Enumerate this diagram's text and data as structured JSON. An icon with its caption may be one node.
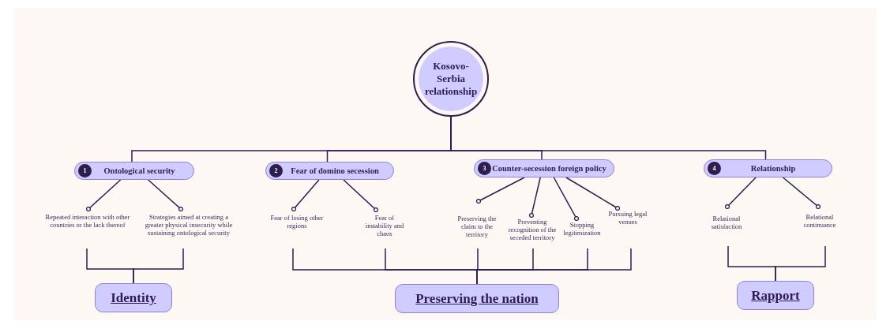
{
  "diagram": {
    "nodes": [
      {
        "text": [
          "Kosovo-Serbia relationship"
        ]
      },
      {
        "text": [
          "1",
          "Ontological security"
        ]
      },
      {
        "text": [
          "2",
          "Fear of domino secession"
        ]
      },
      {
        "text": [
          "3",
          "Counter-secession foreign policy"
        ]
      },
      {
        "text": [
          "4",
          "Relationship"
        ]
      },
      {
        "text": [
          "Repeated interaction with other countries or the lack thereof"
        ]
      },
      {
        "text": [
          "Strategies aimed at creating a greater physical insecurity while sustaining ontological security"
        ]
      },
      {
        "text": [
          "Fear of losing other regions"
        ]
      },
      {
        "text": [
          "Fear of instability and chaos"
        ]
      },
      {
        "text": [
          "Preserving the claim to the territory"
        ]
      },
      {
        "text": [
          "Preventing recognition of the seceded territory"
        ]
      },
      {
        "text": [
          "Stopping legitimization"
        ]
      },
      {
        "text": [
          "Pursuing legal venues"
        ]
      },
      {
        "text": [
          "Relational satisfaction"
        ]
      },
      {
        "text": [
          "Relational continuance"
        ]
      },
      {
        "text": [
          "Identity"
        ]
      },
      {
        "text": [
          "Preserving the nation"
        ]
      },
      {
        "text": [
          "Rapport"
        ]
      }
    ],
    "edges": [
      {
        "from": 0,
        "to": 1,
        "arrow": "none"
      },
      {
        "from": 0,
        "to": 2,
        "arrow": "none"
      },
      {
        "from": 0,
        "to": 3,
        "arrow": "none"
      },
      {
        "from": 0,
        "to": 4,
        "arrow": "none"
      },
      {
        "from": 1,
        "to": 5,
        "arrow": "other"
      },
      {
        "from": 1,
        "to": 6,
        "arrow": "other"
      },
      {
        "from": 2,
        "to": 7,
        "arrow": "other"
      },
      {
        "from": 2,
        "to": 8,
        "arrow": "other"
      },
      {
        "from": 3,
        "to": 9,
        "arrow": "other"
      },
      {
        "from": 3,
        "to": 10,
        "arrow": "other"
      },
      {
        "from": 3,
        "to": 11,
        "arrow": "other"
      },
      {
        "from": 3,
        "to": 12,
        "arrow": "other"
      },
      {
        "from": 4,
        "to": 13,
        "arrow": "other"
      },
      {
        "from": 4,
        "to": 14,
        "arrow": "other"
      },
      {
        "from": 5,
        "to": 15,
        "arrow": "none"
      },
      {
        "from": 6,
        "to": 15,
        "arrow": "none"
      },
      {
        "from": 7,
        "to": 16,
        "arrow": "none"
      },
      {
        "from": 8,
        "to": 16,
        "arrow": "none"
      },
      {
        "from": 9,
        "to": 16,
        "arrow": "none"
      },
      {
        "from": 10,
        "to": 16,
        "arrow": "none"
      },
      {
        "from": 11,
        "to": 16,
        "arrow": "none"
      },
      {
        "from": 12,
        "to": 16,
        "arrow": "none"
      },
      {
        "from": 13,
        "to": 17,
        "arrow": "none"
      },
      {
        "from": 14,
        "to": 17,
        "arrow": "none"
      }
    ]
  }
}
